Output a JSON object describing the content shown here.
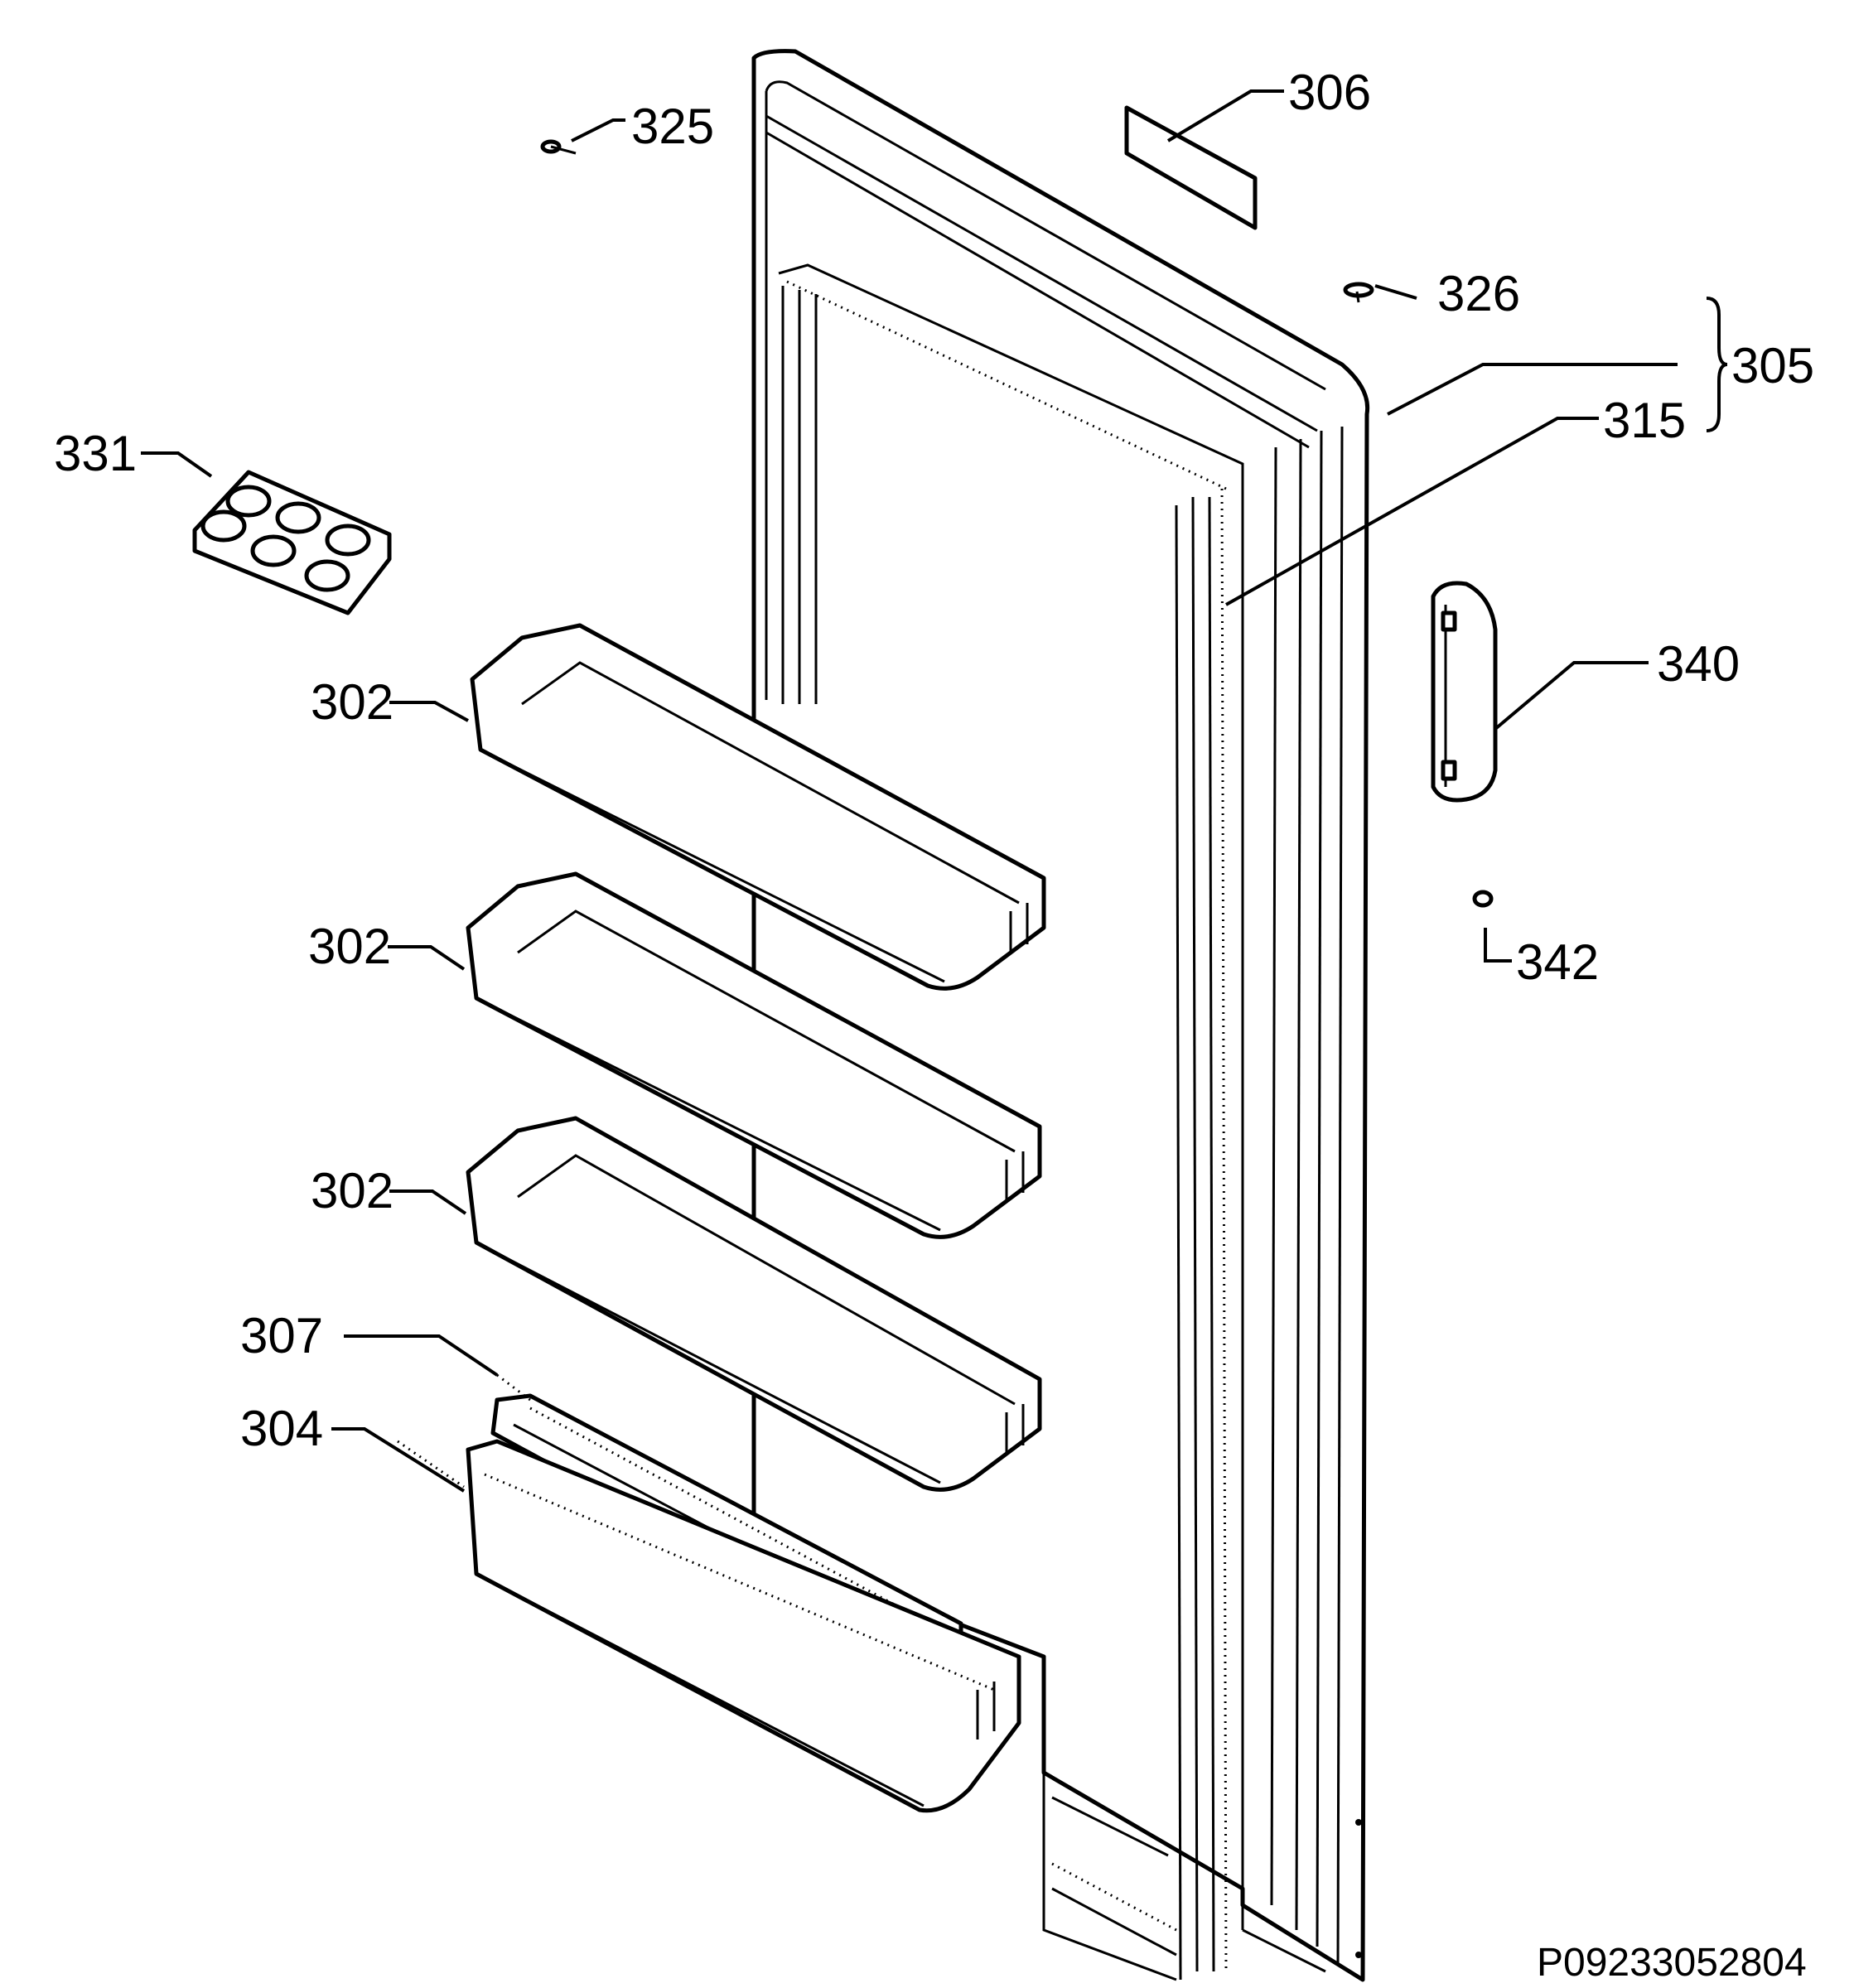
{
  "diagram": {
    "drawing_code": "P09233052804",
    "labels": {
      "p306": "306",
      "p325": "325",
      "p326": "326",
      "p305": "305",
      "p315": "315",
      "p331": "331",
      "p340": "340",
      "p342": "342",
      "p302a": "302",
      "p302b": "302",
      "p302c": "302",
      "p307": "307",
      "p304": "304"
    }
  }
}
